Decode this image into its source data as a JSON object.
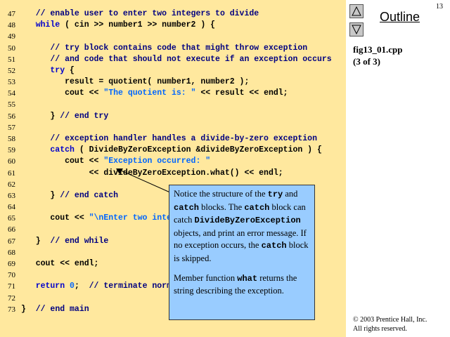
{
  "page_number": "13",
  "outline_label": "Outline",
  "file_name": "fig13_01.cpp",
  "page_info": "(3 of 3)",
  "copyright_line1": "© 2003 Prentice Hall, Inc.",
  "copyright_line2": "All rights reserved.",
  "code_lines": [
    {
      "num": "47",
      "parts": [
        {
          "cls": "c",
          "text": "   // enable user to enter two integers to divide"
        }
      ]
    },
    {
      "num": "48",
      "parts": [
        {
          "cls": "k",
          "text": "   while"
        },
        {
          "cls": "t",
          "text": " ( cin >> number1 >> number2 ) {"
        }
      ]
    },
    {
      "num": "49",
      "parts": []
    },
    {
      "num": "50",
      "parts": [
        {
          "cls": "c",
          "text": "      // try block contains code that might throw exception"
        }
      ]
    },
    {
      "num": "51",
      "parts": [
        {
          "cls": "c",
          "text": "      // and code that should not execute if an exception occurs"
        }
      ]
    },
    {
      "num": "52",
      "parts": [
        {
          "cls": "k",
          "text": "      try"
        },
        {
          "cls": "t",
          "text": " {"
        }
      ]
    },
    {
      "num": "53",
      "parts": [
        {
          "cls": "t",
          "text": "         result = quotient( number1, number2 );"
        }
      ]
    },
    {
      "num": "54",
      "parts": [
        {
          "cls": "t",
          "text": "         cout << "
        },
        {
          "cls": "s",
          "text": "\"The quotient is: \""
        },
        {
          "cls": "t",
          "text": " << result << endl;"
        }
      ]
    },
    {
      "num": "55",
      "parts": []
    },
    {
      "num": "56",
      "parts": [
        {
          "cls": "t",
          "text": "      } "
        },
        {
          "cls": "c",
          "text": "// end try"
        }
      ]
    },
    {
      "num": "57",
      "parts": []
    },
    {
      "num": "58",
      "parts": [
        {
          "cls": "c",
          "text": "      // exception handler handles a divide-by-zero exception"
        }
      ]
    },
    {
      "num": "59",
      "parts": [
        {
          "cls": "k",
          "text": "      catch"
        },
        {
          "cls": "t",
          "text": " ( DivideByZeroException &divideByZeroException ) {"
        }
      ]
    },
    {
      "num": "60",
      "parts": [
        {
          "cls": "t",
          "text": "         cout << "
        },
        {
          "cls": "s",
          "text": "\"Exception occurred: \""
        }
      ]
    },
    {
      "num": "61",
      "parts": [
        {
          "cls": "t",
          "text": "              << divideByZeroException.what() << endl;"
        }
      ]
    },
    {
      "num": "62",
      "parts": []
    },
    {
      "num": "63",
      "parts": [
        {
          "cls": "t",
          "text": "      } "
        },
        {
          "cls": "c",
          "text": "// end catch"
        }
      ]
    },
    {
      "num": "64",
      "parts": []
    },
    {
      "num": "65",
      "parts": [
        {
          "cls": "t",
          "text": "      cout << "
        },
        {
          "cls": "s",
          "text": "\"\\nEnter two intege"
        }
      ]
    },
    {
      "num": "66",
      "parts": []
    },
    {
      "num": "67",
      "parts": [
        {
          "cls": "t",
          "text": "   }  "
        },
        {
          "cls": "c",
          "text": "// end while"
        }
      ]
    },
    {
      "num": "68",
      "parts": []
    },
    {
      "num": "69",
      "parts": [
        {
          "cls": "t",
          "text": "   cout << endl;"
        }
      ]
    },
    {
      "num": "70",
      "parts": []
    },
    {
      "num": "71",
      "parts": [
        {
          "cls": "k",
          "text": "   return"
        },
        {
          "cls": "s",
          "text": " 0"
        },
        {
          "cls": "t",
          "text": ";  "
        },
        {
          "cls": "c",
          "text": "// terminate normal"
        }
      ]
    },
    {
      "num": "72",
      "parts": []
    },
    {
      "num": "73",
      "parts": [
        {
          "cls": "t",
          "text": "}  "
        },
        {
          "cls": "c",
          "text": "// end main"
        }
      ]
    }
  ],
  "callout": {
    "p1": [
      {
        "text": "Notice the structure of the "
      },
      {
        "text": "try",
        "mono": true
      },
      {
        "text": " and "
      },
      {
        "text": "catch",
        "mono": true
      },
      {
        "text": " blocks. The "
      },
      {
        "text": "catch",
        "mono": true
      },
      {
        "text": " block can catch "
      },
      {
        "text": "DivideByZeroException",
        "mono": true
      },
      {
        "text": " objects, and print an error message. If no exception occurs, the "
      },
      {
        "text": "catch",
        "mono": true
      },
      {
        "text": " block is skipped."
      }
    ],
    "p2": [
      {
        "text": "Member function "
      },
      {
        "text": "what",
        "mono": true
      },
      {
        "text": " returns the string describing the exception."
      }
    ]
  }
}
